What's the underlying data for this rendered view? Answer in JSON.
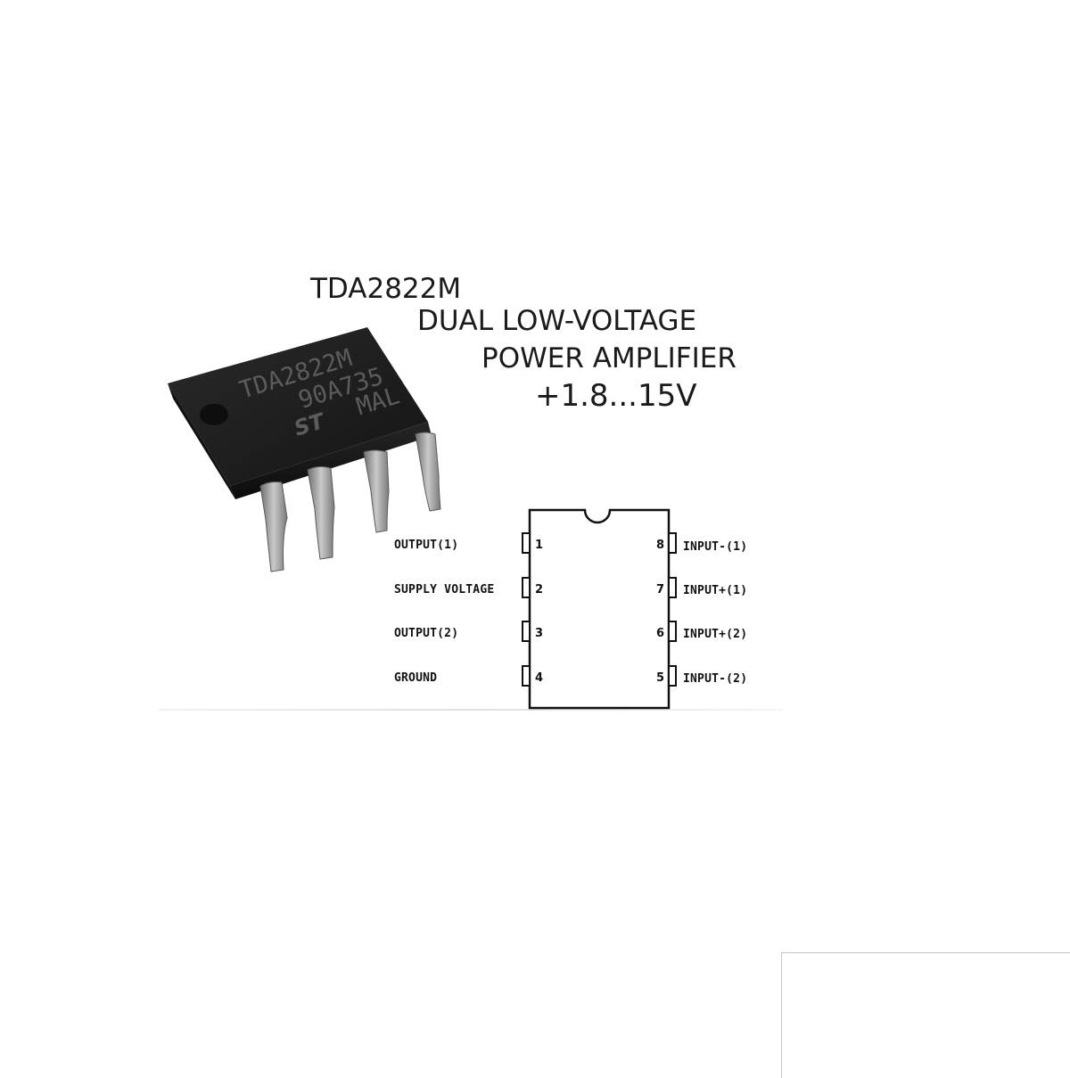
{
  "header": {
    "part": "TDA2822M",
    "line2": "DUAL LOW-VOLTAGE",
    "line3": "POWER AMPLIFIER",
    "voltage": "+1.8...15V"
  },
  "chip_marking": {
    "line1": "TDA2822M",
    "line2": "90A735",
    "line3": "MAL",
    "logo": "ST"
  },
  "pinout": {
    "left": [
      {
        "num": "1",
        "label": "OUTPUT(1)"
      },
      {
        "num": "2",
        "label": "SUPPLY VOLTAGE"
      },
      {
        "num": "3",
        "label": "OUTPUT(2)"
      },
      {
        "num": "4",
        "label": "GROUND"
      }
    ],
    "right": [
      {
        "num": "8",
        "label": "INPUT-(1)"
      },
      {
        "num": "7",
        "label": "INPUT+(1)"
      },
      {
        "num": "6",
        "label": "INPUT+(2)"
      },
      {
        "num": "5",
        "label": "INPUT-(2)"
      }
    ]
  },
  "colors": {
    "chip_body": "#1c1c1c",
    "pin_metal": "#9a9a9a",
    "text": "#1a1a1a"
  }
}
